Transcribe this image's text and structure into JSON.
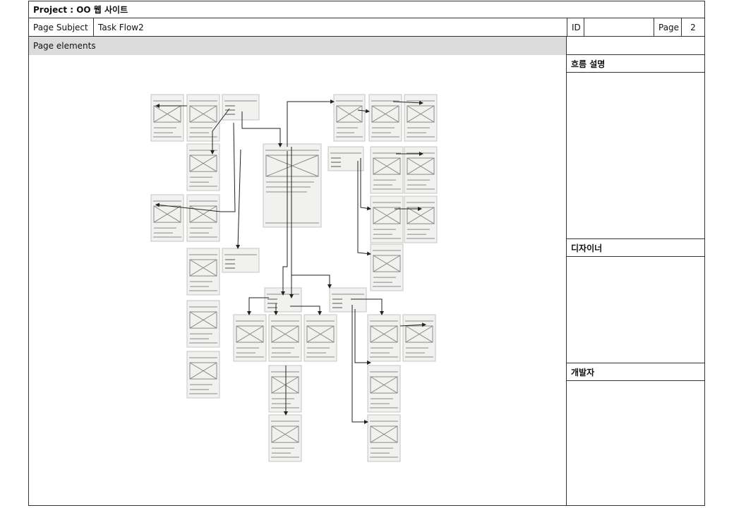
{
  "project_title": "Project : OO 웹 사이트",
  "page_subject_label": "Page Subject",
  "page_subject_value": "Task Flow2",
  "id_label": "ID",
  "id_value": "",
  "page_label": "Page",
  "page_value": "2",
  "page_elements_label": "Page elements",
  "side_sections": {
    "flow_description": "흐름 설명",
    "designer": "디자이너",
    "developer": "개발자"
  },
  "colors": {
    "border": "#333333",
    "header_gray": "#dcdcdc",
    "paper": "#f1f1ef"
  }
}
